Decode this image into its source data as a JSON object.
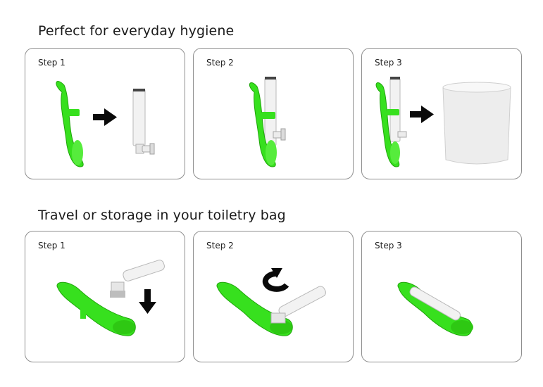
{
  "sections": [
    {
      "title": "Perfect for everyday hygiene",
      "steps": [
        "Step 1",
        "Step 2",
        "Step 3"
      ]
    },
    {
      "title": "Travel or storage in your toiletry bag",
      "steps": [
        "Step 1",
        "Step 2",
        "Step 3"
      ]
    }
  ],
  "colors": {
    "green": "#37e01e",
    "green_dark": "#1fa50a",
    "border": "#8f8f8f",
    "arrow": "#0a0a0a",
    "brush_white": "#f2f2f2"
  }
}
